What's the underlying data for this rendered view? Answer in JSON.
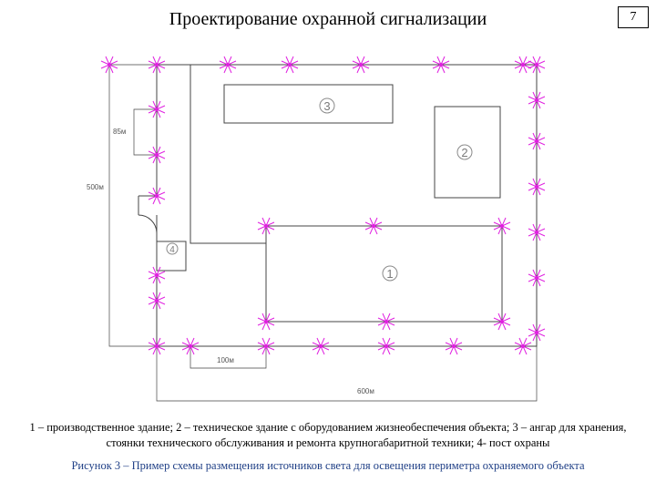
{
  "title": "Проектирование охранной сигнализации",
  "page_number": "7",
  "diagram": {
    "building_numbers": {
      "b1": "1",
      "b2": "2",
      "b3": "3",
      "b4": "4"
    },
    "dimensions": {
      "d85": "85м",
      "d500": "500м",
      "d100": "100м",
      "d600": "600м"
    },
    "light_color": "#e020e0"
  },
  "legend": "1 – производственное здание; 2 – техническое здание с оборудованием жизнеобеспечения объекта; 3 – ангар для хранения, стоянки технического обслуживания и ремонта крупногабаритной техники; 4- пост охраны",
  "caption": "Рисунок 3 – Пример схемы размещения источников света для освещения периметра охраняемого объекта"
}
